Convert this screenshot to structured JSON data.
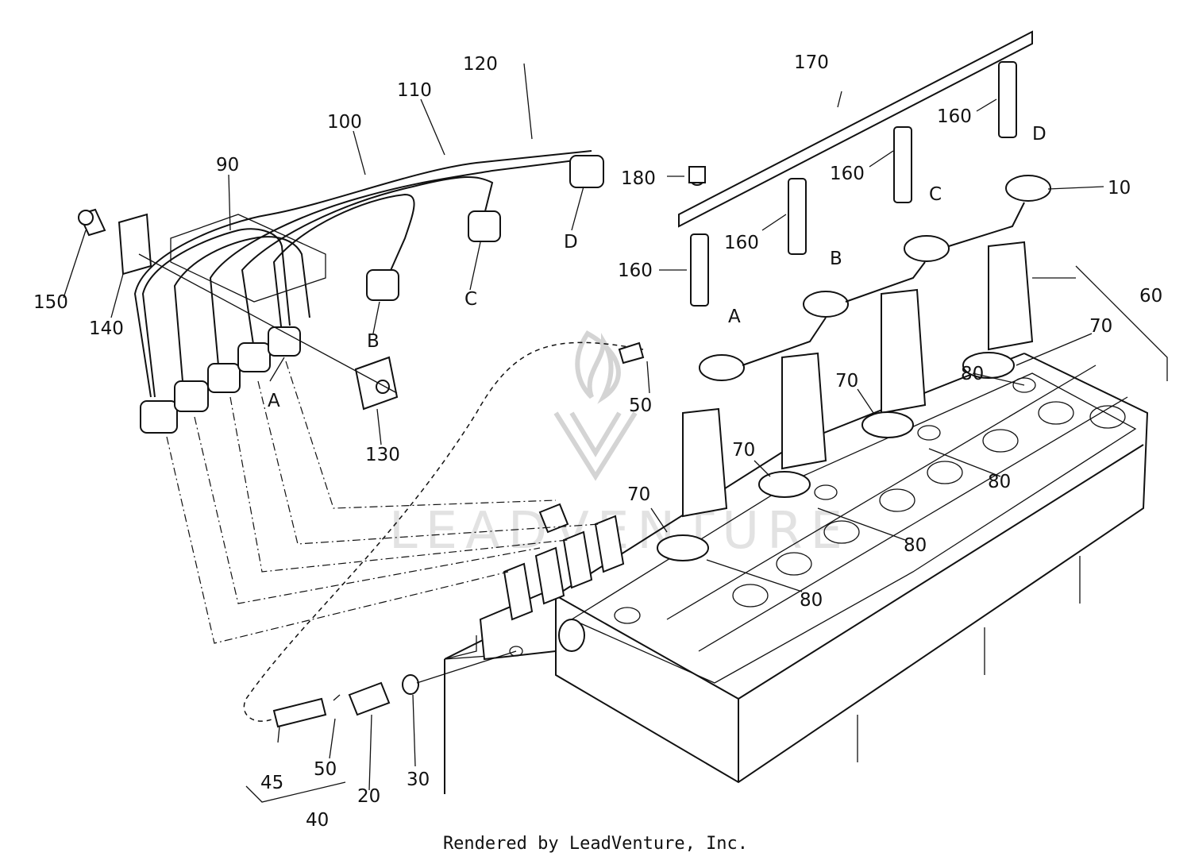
{
  "diagram": {
    "callouts": {
      "c170": "170",
      "c160a": "160",
      "c160b": "160",
      "c160c": "160",
      "c160d": "160",
      "c180": "180",
      "c10": "10",
      "c60": "60",
      "c70a": "70",
      "c70b": "70",
      "c70c": "70",
      "c70d": "70",
      "c80a": "80",
      "c80b": "80",
      "c80c": "80",
      "c80d": "80",
      "c50a": "50",
      "c50b": "50",
      "c120": "120",
      "c110": "110",
      "c100": "100",
      "c90": "90",
      "c150": "150",
      "c140": "140",
      "c130": "130",
      "c45": "45",
      "c20": "20",
      "c30": "30",
      "c40": "40",
      "lineA1": "A",
      "lineB1": "B",
      "lineC1": "C",
      "lineD1": "D",
      "lineA2": "A",
      "lineB2": "B",
      "lineC2": "C",
      "lineD2": "D"
    },
    "watermark": "LEADVENTURE",
    "footer": "Rendered by LeadVenture, Inc."
  }
}
